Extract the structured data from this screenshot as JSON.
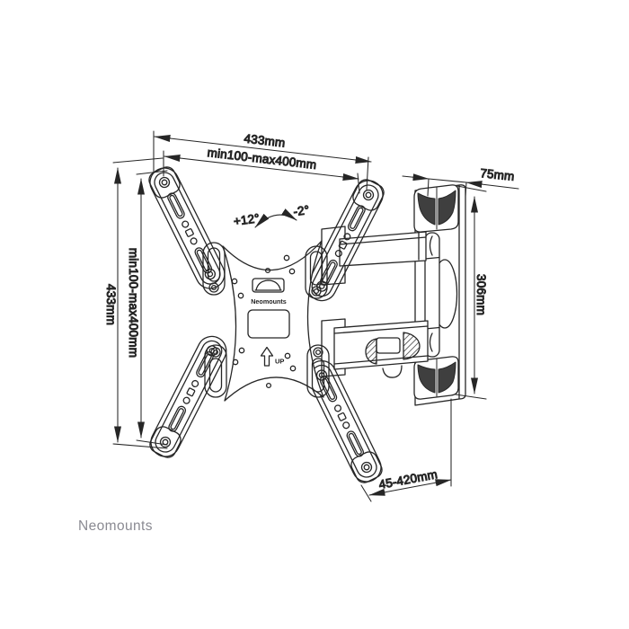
{
  "meta": {
    "title": "Neomounts full-motion TV wall mount — dimensional line drawing"
  },
  "dimensions": {
    "top_outer_width": "433mm",
    "top_vesa_width": "min100-max400mm",
    "left_outer_height": "433mm",
    "left_vesa_height": "min100-max400mm",
    "wall_plate_depth": "75mm",
    "wall_plate_height": "306mm",
    "arm_extension": "45-420mm"
  },
  "angles": {
    "tilt_up": "+12°",
    "tilt_down": "-2°"
  },
  "plate": {
    "logo": "Neomounts",
    "up_label": "UP"
  },
  "footer": {
    "brand": "Neomounts"
  },
  "colors": {
    "line": "#262626",
    "shade_fill": "#3f3f3f",
    "footer_text": "#8a8a92",
    "background": "#ffffff"
  }
}
